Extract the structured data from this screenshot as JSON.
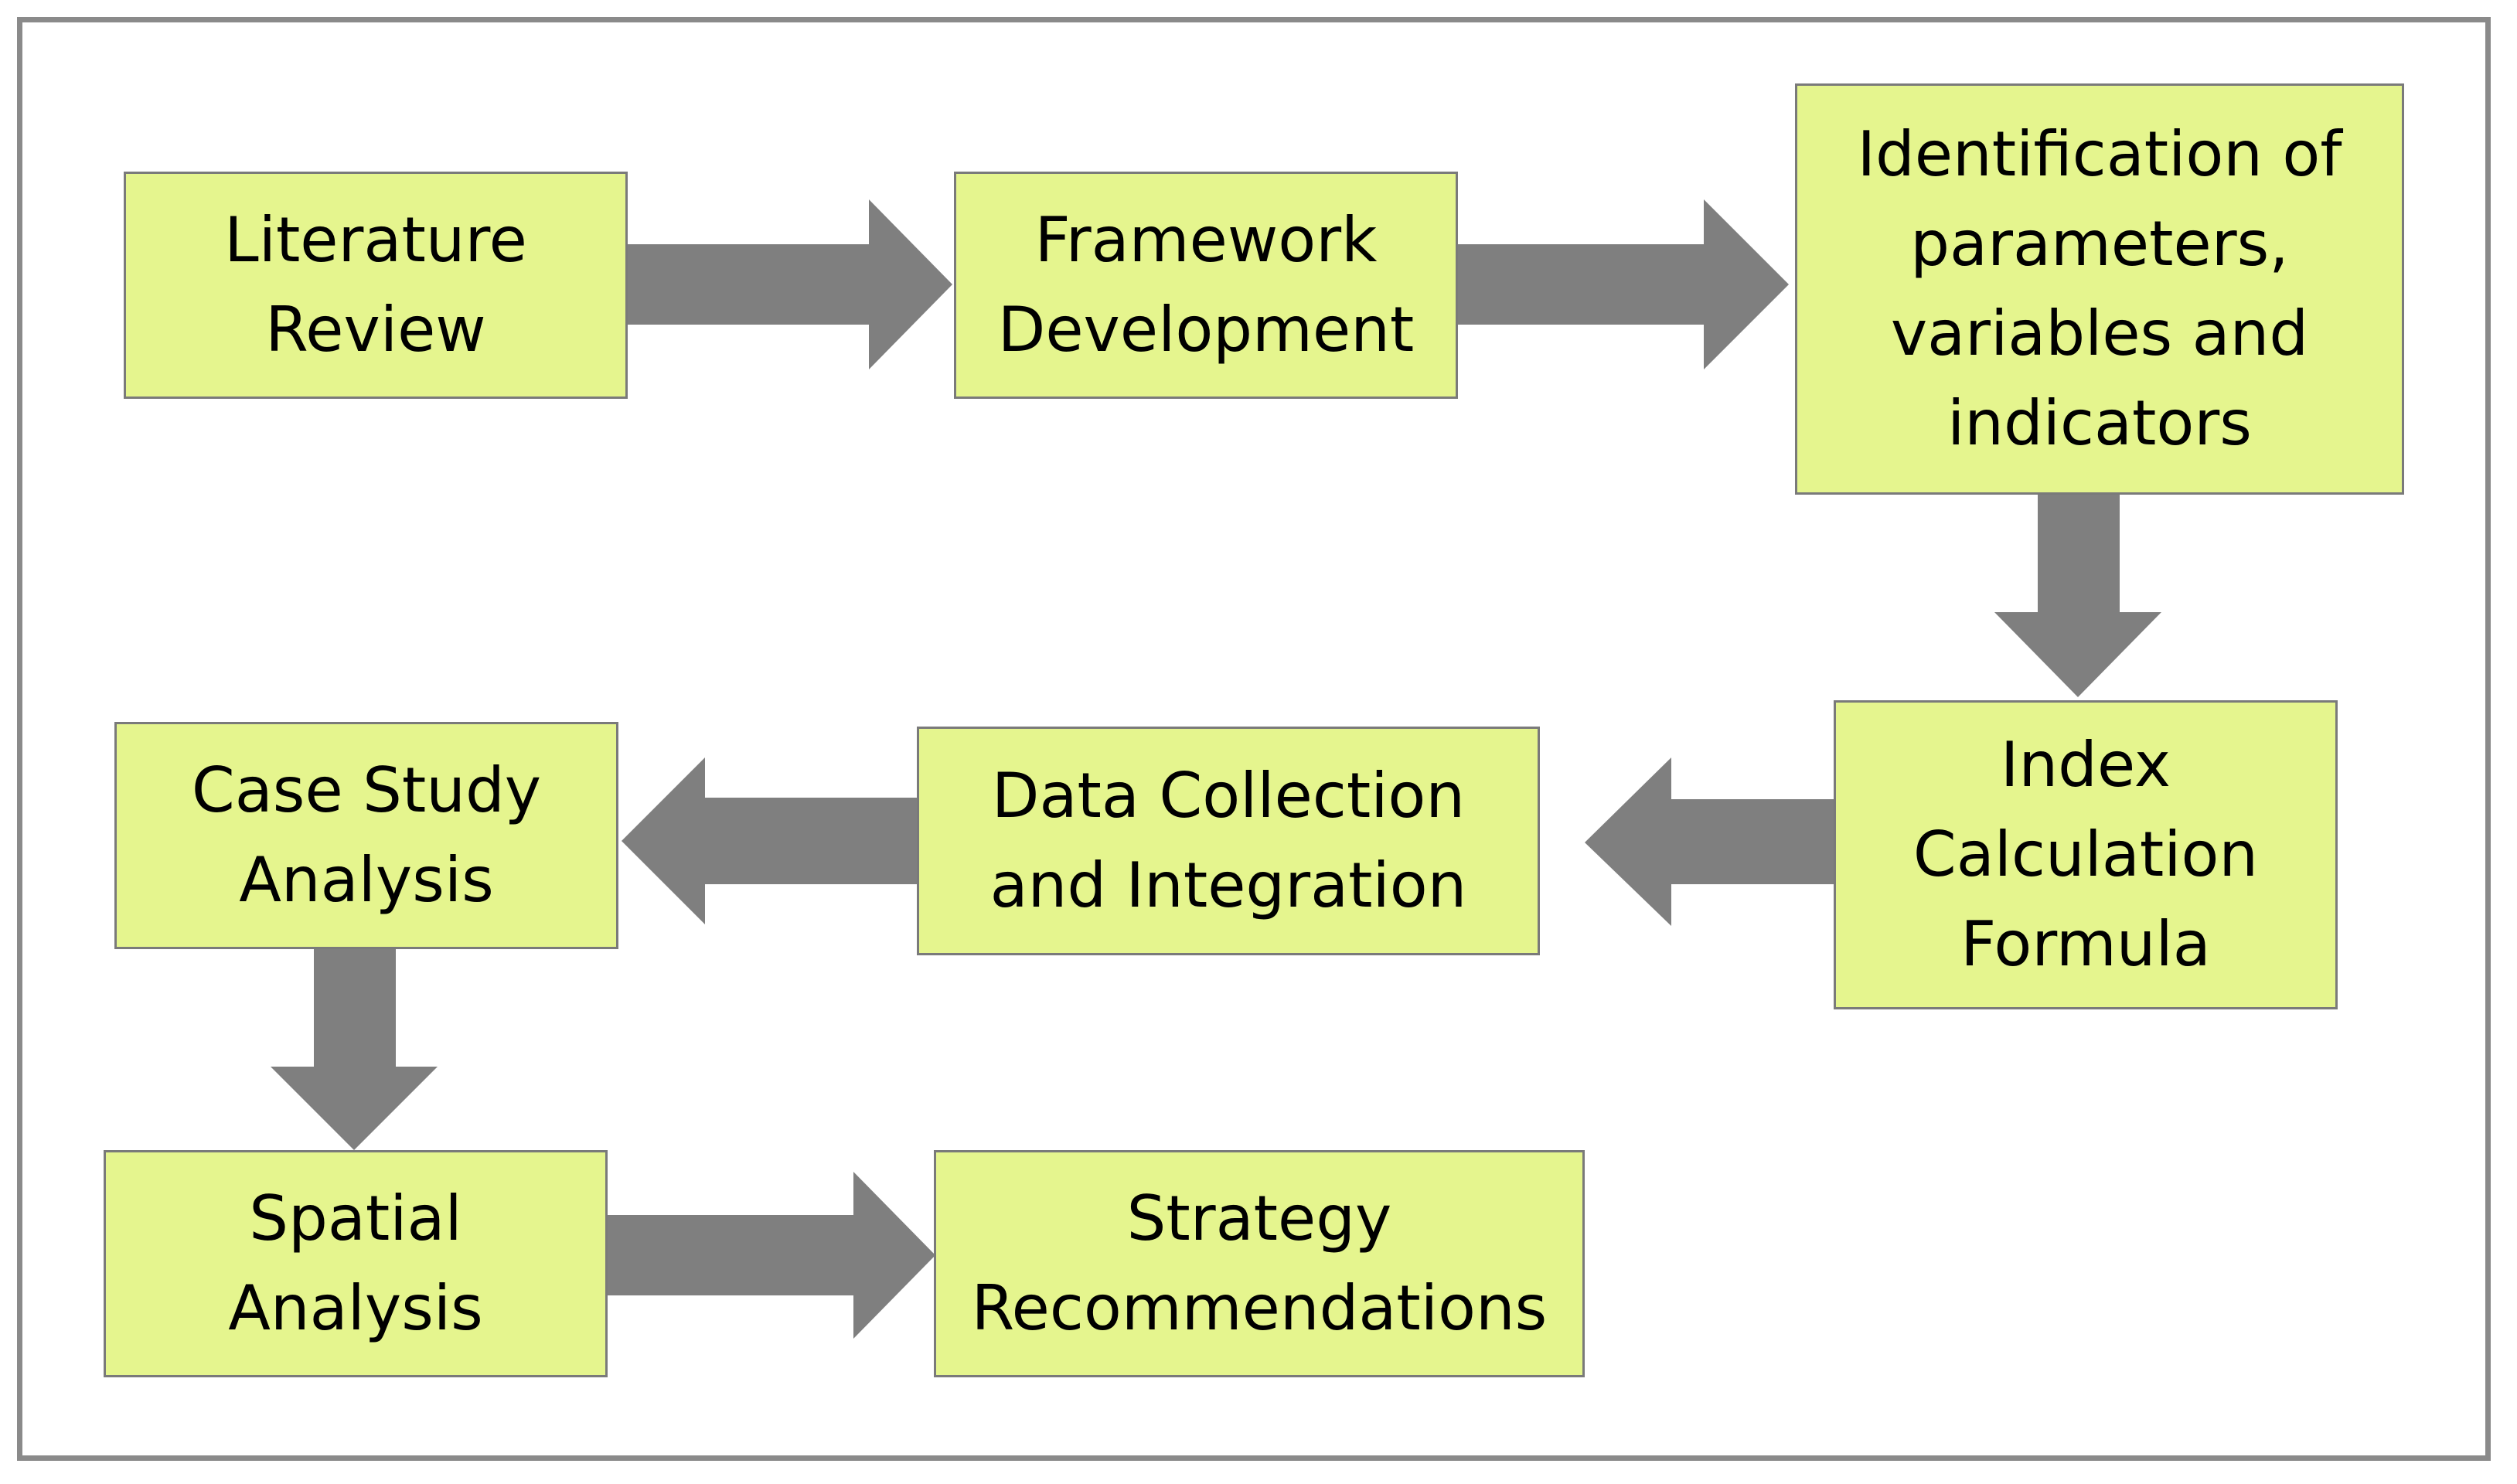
{
  "colors": {
    "box_fill": "#e5f58e",
    "box_border": "#7a7a7a",
    "arrow": "#7f7f7f",
    "frame_border": "#8a8a8a"
  },
  "steps": [
    {
      "id": "literature-review",
      "label": "Literature Review"
    },
    {
      "id": "framework-development",
      "label": "Framework Development"
    },
    {
      "id": "identification",
      "label": "Identification of parameters, variables and indicators"
    },
    {
      "id": "index-calculation",
      "label": "Index Calculation Formula"
    },
    {
      "id": "data-collection",
      "label": "Data Collection and Integration"
    },
    {
      "id": "case-study",
      "label": "Case Study Analysis"
    },
    {
      "id": "spatial-analysis",
      "label": "Spatial Analysis"
    },
    {
      "id": "strategy",
      "label": "Strategy Recommendations"
    }
  ],
  "flow": [
    [
      "literature-review",
      "framework-development"
    ],
    [
      "framework-development",
      "identification"
    ],
    [
      "identification",
      "index-calculation"
    ],
    [
      "index-calculation",
      "data-collection"
    ],
    [
      "data-collection",
      "case-study"
    ],
    [
      "case-study",
      "spatial-analysis"
    ],
    [
      "spatial-analysis",
      "strategy"
    ]
  ]
}
